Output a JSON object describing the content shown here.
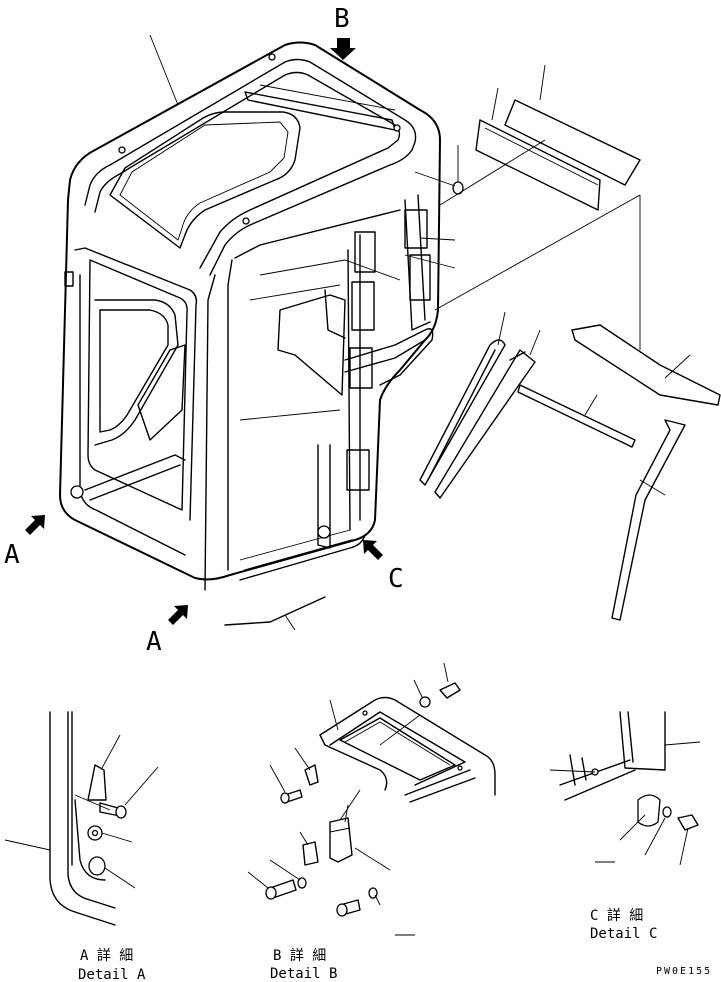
{
  "view_labels": {
    "a_left": "A",
    "a_bottom": "A",
    "b_top": "B",
    "c_right": "C"
  },
  "details": {
    "a": {
      "jp": "A 詳 細",
      "en": "Detail A"
    },
    "b": {
      "jp": "B 詳 細",
      "en": "Detail B"
    },
    "c": {
      "jp": "C 詳 細",
      "en": "Detail C"
    }
  },
  "drawing_code": "PW0E155"
}
